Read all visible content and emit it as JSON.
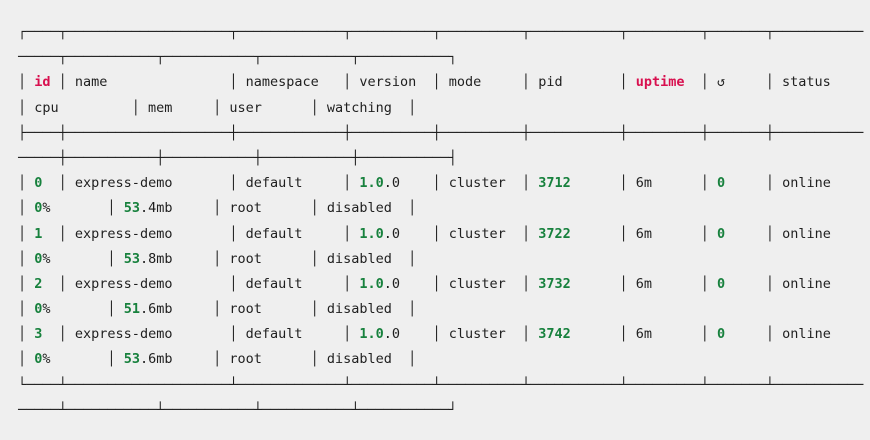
{
  "meta": {
    "description": "Terminal output of a pm2 process list table, line-wrapped to terminal width",
    "background": "#efefef"
  },
  "palette": {
    "fg": "#1f1f1f",
    "red": "#d8104f",
    "green": "#17813d",
    "bg": "#efefef"
  },
  "process_table": {
    "headers": [
      "id",
      "name",
      "namespace",
      "version",
      "mode",
      "pid",
      "uptime",
      "↺",
      "status",
      "cpu",
      "mem",
      "user",
      "watching"
    ],
    "red_headers": [
      "id",
      "uptime"
    ],
    "rows": [
      {
        "id": "0",
        "name": "express-demo",
        "namespace": "default",
        "version": "1.0.0",
        "mode": "cluster",
        "pid": "3712",
        "uptime": "6m",
        "restarts": "0",
        "status": "online",
        "cpu": "0%",
        "mem": "53.4mb",
        "user": "root",
        "watching": "disabled"
      },
      {
        "id": "1",
        "name": "express-demo",
        "namespace": "default",
        "version": "1.0.0",
        "mode": "cluster",
        "pid": "3722",
        "uptime": "6m",
        "restarts": "0",
        "status": "online",
        "cpu": "0%",
        "mem": "53.8mb",
        "user": "root",
        "watching": "disabled"
      },
      {
        "id": "2",
        "name": "express-demo",
        "namespace": "default",
        "version": "1.0.0",
        "mode": "cluster",
        "pid": "3732",
        "uptime": "6m",
        "restarts": "0",
        "status": "online",
        "cpu": "0%",
        "mem": "51.6mb",
        "user": "root",
        "watching": "disabled"
      },
      {
        "id": "3",
        "name": "express-demo",
        "namespace": "default",
        "version": "1.0.0",
        "mode": "cluster",
        "pid": "3742",
        "uptime": "6m",
        "restarts": "0",
        "status": "online",
        "cpu": "0%",
        "mem": "53.6mb",
        "user": "root",
        "watching": "disabled"
      }
    ]
  },
  "terminal": {
    "lines": [
      {
        "name": "table-top-border-line-1",
        "segments": [
          {
            "s": "fg",
            "t": "┌────┬────────────────────┬─────────────┬──────────┬──────────┬───────────┬─────────┬───────┬───────────"
          }
        ]
      },
      {
        "name": "table-top-border-line-2",
        "segments": [
          {
            "s": "fg",
            "t": "─────┬───────────┬───────────┬───────────┬───────────┐"
          }
        ]
      },
      {
        "name": "table-header-line-1",
        "segments": [
          {
            "s": "fg",
            "t": "│ "
          },
          {
            "s": "red",
            "t": "id"
          },
          {
            "s": "fg",
            "t": " │ name               │ namespace   │ version  │ mode     │ pid       │ "
          },
          {
            "s": "red",
            "t": "uptime"
          },
          {
            "s": "fg",
            "t": "  │ ↺     │ status"
          }
        ]
      },
      {
        "name": "table-header-line-2",
        "segments": [
          {
            "s": "fg",
            "t": "│ cpu         │ mem     │ user      │ watching  │"
          }
        ]
      },
      {
        "name": "table-header-separator-line-1",
        "segments": [
          {
            "s": "fg",
            "t": "├────┼────────────────────┼─────────────┼──────────┼──────────┼───────────┼─────────┼───────┼───────────"
          }
        ]
      },
      {
        "name": "table-header-separator-line-2",
        "segments": [
          {
            "s": "fg",
            "t": "─────┼───────────┼───────────┼───────────┼───────────┤"
          }
        ]
      },
      {
        "name": "process-row-0-line-1",
        "segments": [
          {
            "s": "fg",
            "t": "│ "
          },
          {
            "s": "green",
            "t": "0"
          },
          {
            "s": "fg",
            "t": "  │ express-demo       │ default     │ "
          },
          {
            "s": "green",
            "t": "1.0"
          },
          {
            "s": "fg",
            "t": ".0    │ cluster  │ "
          },
          {
            "s": "green",
            "t": "3712"
          },
          {
            "s": "fg",
            "t": "      │ 6m      │ "
          },
          {
            "s": "green",
            "t": "0"
          },
          {
            "s": "fg",
            "t": "     │ online"
          }
        ]
      },
      {
        "name": "process-row-0-line-2",
        "segments": [
          {
            "s": "fg",
            "t": "│ "
          },
          {
            "s": "green",
            "t": "0"
          },
          {
            "s": "fg",
            "t": "%       │ "
          },
          {
            "s": "green",
            "t": "53"
          },
          {
            "s": "fg",
            "t": ".4mb     │ root      │ disabled  │"
          }
        ]
      },
      {
        "name": "process-row-1-line-1",
        "segments": [
          {
            "s": "fg",
            "t": "│ "
          },
          {
            "s": "green",
            "t": "1"
          },
          {
            "s": "fg",
            "t": "  │ express-demo       │ default     │ "
          },
          {
            "s": "green",
            "t": "1.0"
          },
          {
            "s": "fg",
            "t": ".0    │ cluster  │ "
          },
          {
            "s": "green",
            "t": "3722"
          },
          {
            "s": "fg",
            "t": "      │ 6m      │ "
          },
          {
            "s": "green",
            "t": "0"
          },
          {
            "s": "fg",
            "t": "     │ online"
          }
        ]
      },
      {
        "name": "process-row-1-line-2",
        "segments": [
          {
            "s": "fg",
            "t": "│ "
          },
          {
            "s": "green",
            "t": "0"
          },
          {
            "s": "fg",
            "t": "%       │ "
          },
          {
            "s": "green",
            "t": "53"
          },
          {
            "s": "fg",
            "t": ".8mb     │ root      │ disabled  │"
          }
        ]
      },
      {
        "name": "process-row-2-line-1",
        "segments": [
          {
            "s": "fg",
            "t": "│ "
          },
          {
            "s": "green",
            "t": "2"
          },
          {
            "s": "fg",
            "t": "  │ express-demo       │ default     │ "
          },
          {
            "s": "green",
            "t": "1.0"
          },
          {
            "s": "fg",
            "t": ".0    │ cluster  │ "
          },
          {
            "s": "green",
            "t": "3732"
          },
          {
            "s": "fg",
            "t": "      │ 6m      │ "
          },
          {
            "s": "green",
            "t": "0"
          },
          {
            "s": "fg",
            "t": "     │ online"
          }
        ]
      },
      {
        "name": "process-row-2-line-2",
        "segments": [
          {
            "s": "fg",
            "t": "│ "
          },
          {
            "s": "green",
            "t": "0"
          },
          {
            "s": "fg",
            "t": "%       │ "
          },
          {
            "s": "green",
            "t": "51"
          },
          {
            "s": "fg",
            "t": ".6mb     │ root      │ disabled  │"
          }
        ]
      },
      {
        "name": "process-row-3-line-1",
        "segments": [
          {
            "s": "fg",
            "t": "│ "
          },
          {
            "s": "green",
            "t": "3"
          },
          {
            "s": "fg",
            "t": "  │ express-demo       │ default     │ "
          },
          {
            "s": "green",
            "t": "1.0"
          },
          {
            "s": "fg",
            "t": ".0    │ cluster  │ "
          },
          {
            "s": "green",
            "t": "3742"
          },
          {
            "s": "fg",
            "t": "      │ 6m      │ "
          },
          {
            "s": "green",
            "t": "0"
          },
          {
            "s": "fg",
            "t": "     │ online"
          }
        ]
      },
      {
        "name": "process-row-3-line-2",
        "segments": [
          {
            "s": "fg",
            "t": "│ "
          },
          {
            "s": "green",
            "t": "0"
          },
          {
            "s": "fg",
            "t": "%       │ "
          },
          {
            "s": "green",
            "t": "53"
          },
          {
            "s": "fg",
            "t": ".6mb     │ root      │ disabled  │"
          }
        ]
      },
      {
        "name": "table-bottom-border-line-1",
        "segments": [
          {
            "s": "fg",
            "t": "└────┴────────────────────┴─────────────┴──────────┴──────────┴───────────┴─────────┴───────┴───────────"
          }
        ]
      },
      {
        "name": "table-bottom-border-line-2",
        "segments": [
          {
            "s": "fg",
            "t": "─────┴───────────┴───────────┴───────────┴───────────┘"
          }
        ]
      }
    ]
  }
}
